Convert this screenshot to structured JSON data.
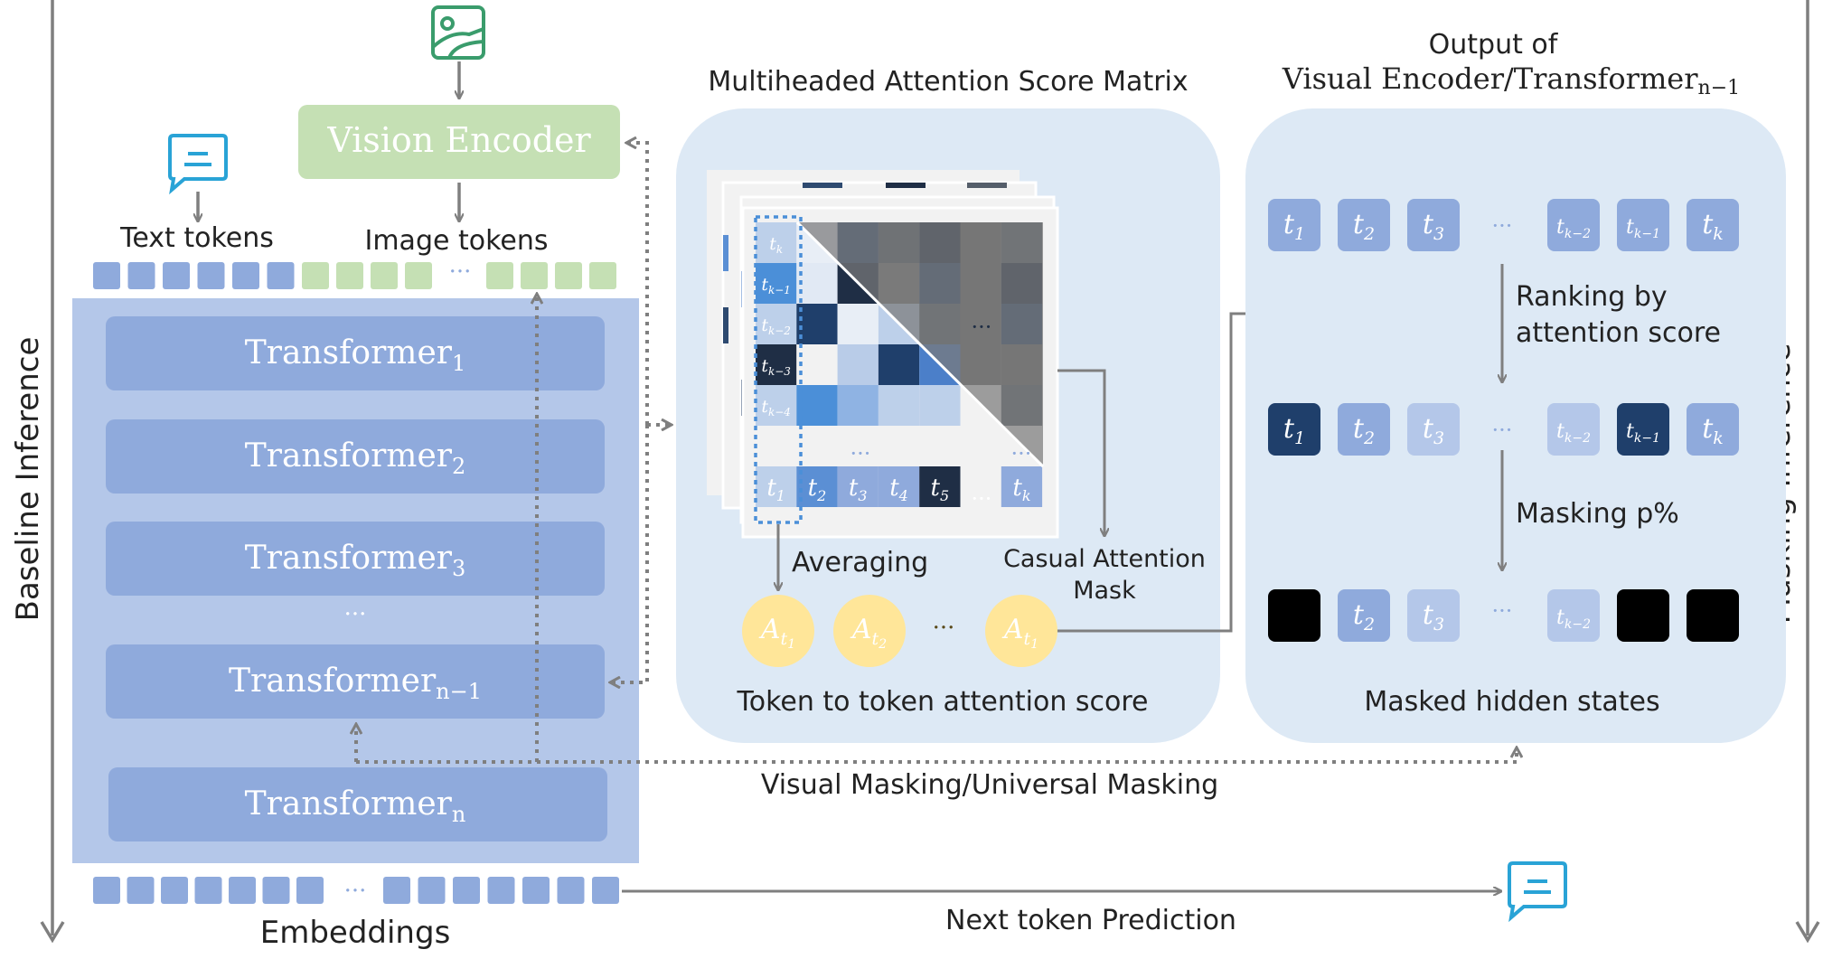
{
  "side": {
    "left": "Baseline Inference",
    "right": "Masking Inference"
  },
  "labels": {
    "text_tokens": "Text tokens",
    "image_tokens": "Image tokens",
    "vision_encoder": "Vision Encoder",
    "matrix_title": "Multiheaded Attention Score Matrix",
    "output_title_1": "Output of",
    "output_title_2_main": "Visual Encoder/Transformer",
    "output_title_2_sub": "n−1",
    "averaging": "Averaging",
    "causal_mask_1": "Casual Attention",
    "causal_mask_2": "Mask",
    "token_score": "Token to token attention score",
    "ranking_1": "Ranking by",
    "ranking_2": "attention score",
    "masking": "Masking p%",
    "masked_states": "Masked hidden states",
    "visual_masking": "Visual Masking/Universal Masking",
    "embeddings": "Embeddings",
    "next_token": "Next token Prediction",
    "ellipsis": "···"
  },
  "transformers": [
    {
      "main": "Transformer",
      "sub": "1"
    },
    {
      "main": "Transformer",
      "sub": "2"
    },
    {
      "main": "Transformer",
      "sub": "3"
    },
    {
      "main": "Transformer",
      "sub": "n−1"
    },
    {
      "main": "Transformer",
      "sub": "n"
    }
  ],
  "matrix": {
    "row_labels": [
      {
        "main": "t",
        "sub": "k"
      },
      {
        "main": "t",
        "sub": "k−1"
      },
      {
        "main": "t",
        "sub": "k−2"
      },
      {
        "main": "t",
        "sub": "k−3"
      },
      {
        "main": "t",
        "sub": "k−4"
      }
    ],
    "col_labels": [
      {
        "main": "t",
        "sub": "1"
      },
      {
        "main": "t",
        "sub": "2"
      },
      {
        "main": "t",
        "sub": "3"
      },
      {
        "main": "t",
        "sub": "4"
      },
      {
        "main": "t",
        "sub": "5"
      },
      {
        "main": "t",
        "sub": "k"
      }
    ]
  },
  "scores": [
    {
      "main": "A",
      "sub": "t",
      "subsub": "1"
    },
    {
      "main": "A",
      "sub": "t",
      "subsub": "2"
    },
    {
      "main": "A",
      "sub": "t",
      "subsub": "1"
    }
  ],
  "output_rows": [
    [
      {
        "main": "t",
        "sub": "1"
      },
      {
        "main": "t",
        "sub": "2"
      },
      {
        "main": "t",
        "sub": "3"
      },
      {
        "main": "t",
        "sub": "k−2"
      },
      {
        "main": "t",
        "sub": "k−1"
      },
      {
        "main": "t",
        "sub": "k"
      }
    ],
    [
      {
        "main": "t",
        "sub": "1"
      },
      {
        "main": "t",
        "sub": "2"
      },
      {
        "main": "t",
        "sub": "3"
      },
      {
        "main": "t",
        "sub": "k−2"
      },
      {
        "main": "t",
        "sub": "k−1"
      },
      {
        "main": "t",
        "sub": "k"
      }
    ],
    [
      {
        "main": "",
        "sub": ""
      },
      {
        "main": "t",
        "sub": "2"
      },
      {
        "main": "t",
        "sub": "3"
      },
      {
        "main": "t",
        "sub": "k−2"
      },
      {
        "main": "",
        "sub": ""
      },
      {
        "main": "",
        "sub": ""
      }
    ]
  ],
  "colors": {
    "panel_bg": "#dde9f5",
    "stack_bg": "#b4c7e9",
    "transformer": "#8faadc",
    "text_token": "#8faadc",
    "image_token": "#c5e0b4",
    "vision_encoder": "#c5e0b4",
    "score_circle": "#ffe699",
    "arrow": "#7f7f7f",
    "icon_blue": "#29a3d6",
    "icon_green": "#3a9c6c"
  }
}
